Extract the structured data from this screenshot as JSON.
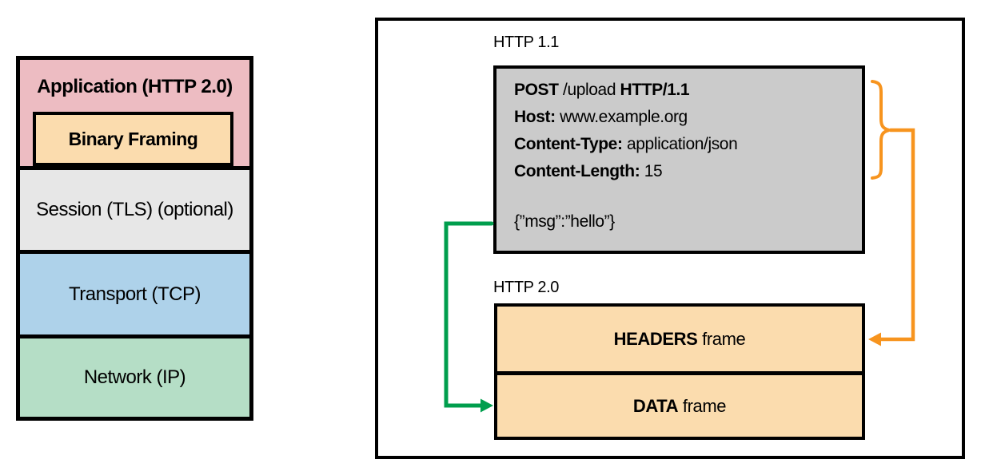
{
  "stack": {
    "application": {
      "label": "Application (HTTP 2.0)"
    },
    "binary_framing": {
      "label": "Binary Framing"
    },
    "session": {
      "label": "Session (TLS) (optional)"
    },
    "transport": {
      "label": "Transport (TCP)"
    },
    "network": {
      "label": "Network (IP)"
    }
  },
  "comparison": {
    "http11_label": "HTTP 1.1",
    "http20_label": "HTTP 2.0",
    "request": {
      "method": "POST",
      "path": " /upload ",
      "version": "HTTP/1.1",
      "host_key": "Host:",
      "host_value": " www.example.org",
      "content_type_key": "Content-Type:",
      "content_type_value": " application/json",
      "content_length_key": "Content-Length:",
      "content_length_value": " 15",
      "body": "{”msg”:”hello”}"
    },
    "frames": {
      "headers_bold": "HEADERS",
      "headers_rest": " frame",
      "data_bold": "DATA",
      "data_rest": " frame"
    }
  },
  "colors": {
    "application_pink": "#edbcc2",
    "binary_framing_tan": "#fbdcae",
    "session_gray": "#e7e7e7",
    "transport_blue": "#aed2ea",
    "network_green": "#b5dec6",
    "request_box_gray": "#cbcbcb",
    "frame_tan": "#fbdcae",
    "arrow_orange": "#f7941e",
    "arrow_green": "#009e4d",
    "border_black": "#000000"
  }
}
